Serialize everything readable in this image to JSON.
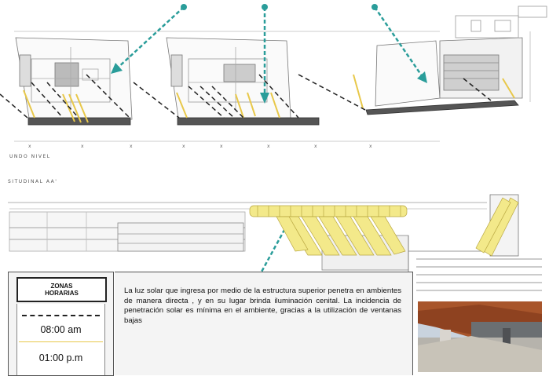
{
  "plan_label": "UNDO NIVEL",
  "section_label": "SITUDINAL AA'",
  "zones": {
    "header": "ZONAS\nHORARIAS",
    "times": [
      "08:00 am",
      "01:00 p.m"
    ]
  },
  "description": "La luz solar que ingresa por medio de la estructura superior penetra en ambientes de manera directa , y en su lugar brinda iluminación cenital. La incidencia de penetración solar  es mínima en el ambiente, gracias a la utilización de ventanas bajas",
  "colors": {
    "arrow": "#2a9d9a",
    "sun_ray": "#e8c84a",
    "roof": "#f3e98a",
    "shadow_line": "#222222"
  }
}
